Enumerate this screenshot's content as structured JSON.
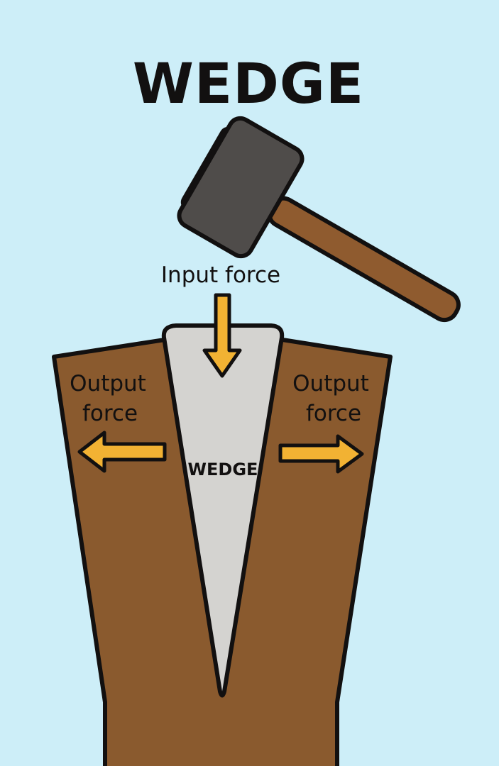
{
  "title": "WEDGE",
  "labels": {
    "input_force": "Input force",
    "output_force_left_line1": "Output",
    "output_force_left_line2": "force",
    "output_force_right_line1": "Output",
    "output_force_right_line2": "force",
    "wedge": "WEDGE"
  },
  "colors": {
    "background": "#cdeef8",
    "wood": "#8a5a2e",
    "wedge_metal": "#d4d3d0",
    "hammer_head": "#4f4c4a",
    "hammer_handle": "#8f5b2f",
    "arrow": "#f2b233",
    "outline": "#121010"
  }
}
